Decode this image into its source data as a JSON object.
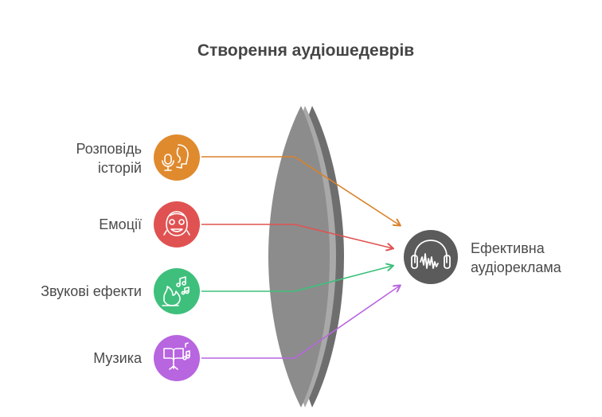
{
  "title": "Створення аудіошедеврів",
  "inputs": [
    {
      "line1": "Розповідь",
      "line2": "історій",
      "color": "#e08a2e",
      "icon": "storytelling-icon"
    },
    {
      "line1": "Емоції",
      "line2": "",
      "color": "#e05252",
      "icon": "emotion-face-icon"
    },
    {
      "line1": "Звукові ефекти",
      "line2": "",
      "color": "#3ec07c",
      "icon": "sound-effects-icon"
    },
    {
      "line1": "Музика",
      "line2": "",
      "color": "#b865e0",
      "icon": "music-book-icon"
    }
  ],
  "output": {
    "line1": "Ефективна",
    "line2": "аудіореклама",
    "color": "#5b5b5b",
    "icon": "headphones-waveform-icon"
  },
  "lens_color": "#8c8c8c"
}
